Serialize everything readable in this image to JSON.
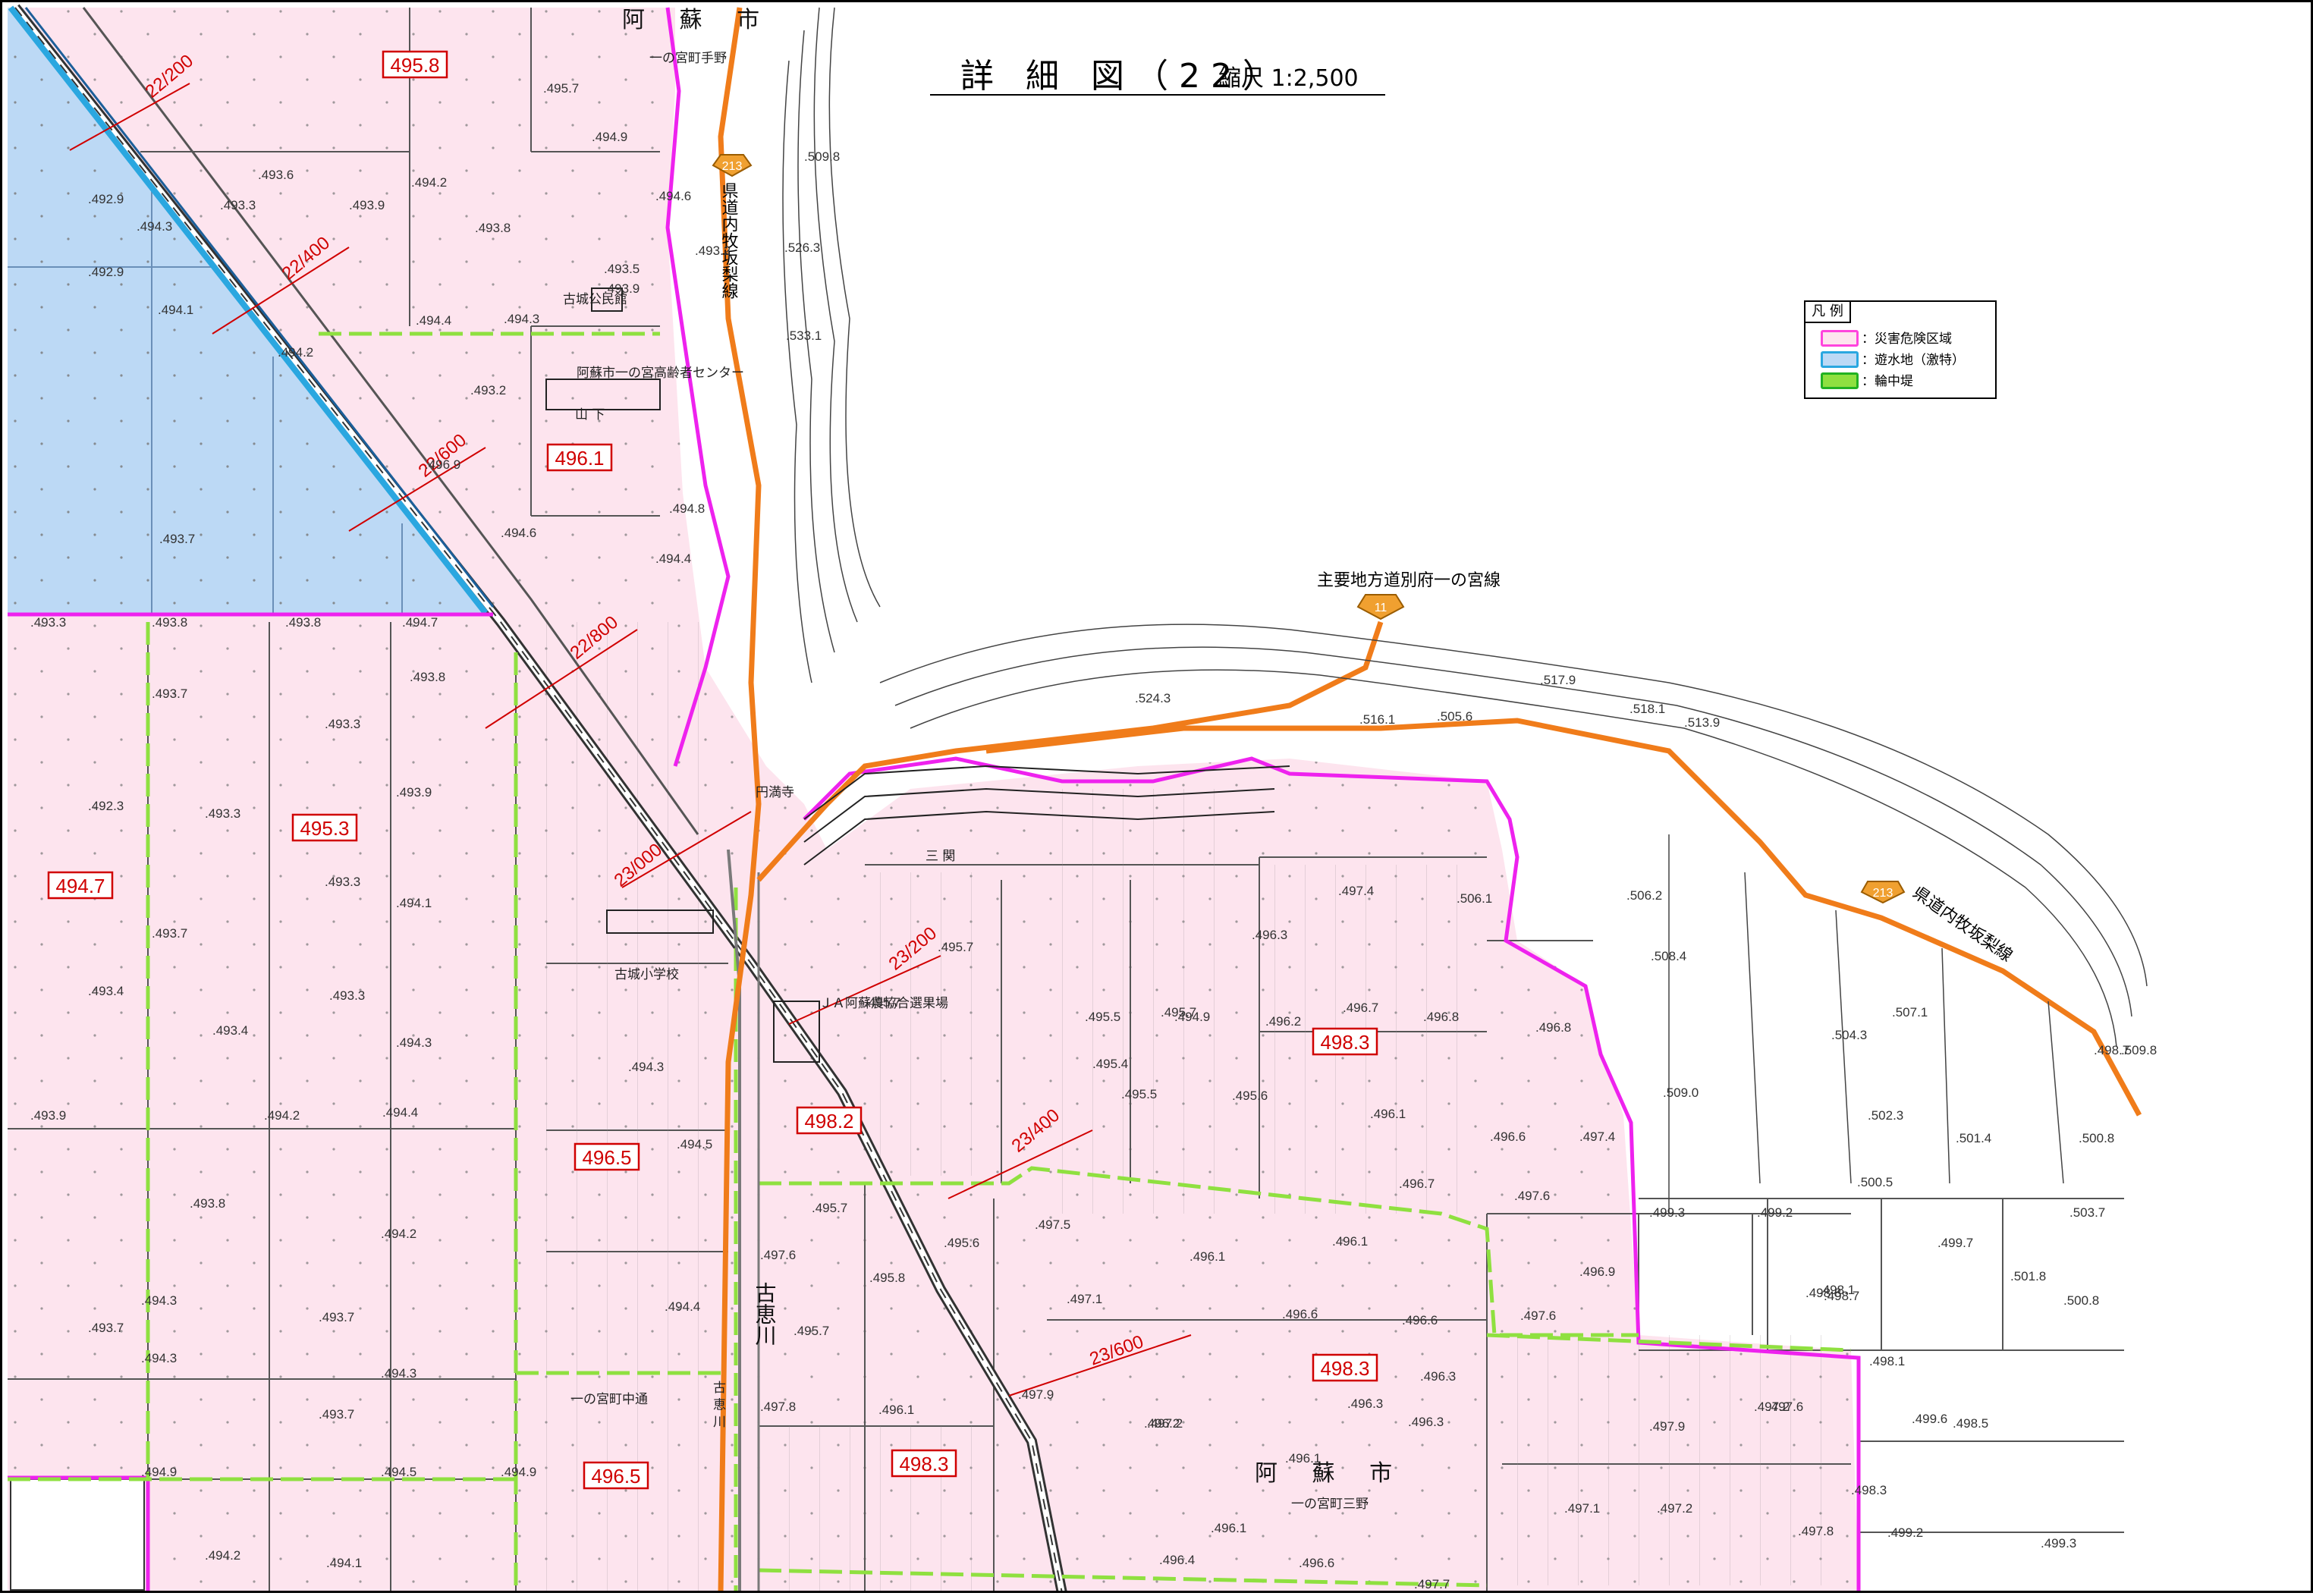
{
  "title": {
    "main": "詳 細 図（22）",
    "scale": "縮尺 1:2,500"
  },
  "legend": {
    "title": "凡 例",
    "items": [
      {
        "label": "：災害危険区域",
        "color": "#ff44dd"
      },
      {
        "label": "：遊水地（激特）",
        "color": "#2aa7e0"
      },
      {
        "label": "：輪中堤",
        "color": "#22b222"
      }
    ]
  },
  "colors": {
    "hazard_fill": "#fde4ee",
    "retention_fill": "#bcd9f5",
    "hazard_line": "#ee22ee",
    "levee": "#8fe040",
    "road": "#f07c1a",
    "distance": "#d00000"
  },
  "control_elevations": [
    "495.8",
    "496.1",
    "495.3",
    "494.7",
    "496.5",
    "496.5",
    "498.2",
    "498.3",
    "498.3",
    "498.3"
  ],
  "distance_markers": [
    "22/200",
    "22/400",
    "22/600",
    "22/800",
    "23/000",
    "23/200",
    "23/400",
    "23/600"
  ],
  "road_labels": {
    "prefectural_north": "県道内牧坂梨線",
    "prefectural_east": "県道内牧坂梨線",
    "main_road": "主要地方道別府一の宮線",
    "route_213": "213",
    "route_11": "11",
    "route_213b": "213"
  },
  "place_names": {
    "aso_city_north": "阿 蘇 市",
    "aso_city_south": "阿 蘇 市",
    "ichinomiya_teno": "一の宮町手野",
    "ichinomiya_nakadori": "一の宮町中通",
    "ichinomiya_mino": "一の宮町三野",
    "kojo_kominkan": "古城公民館",
    "elderly_center": "阿蘇市一の宮高齢者センター",
    "yamashita": "山 下",
    "kojo_school": "古城小学校",
    "ja": "ＪＡ阿蘇農協合選果場",
    "sanken": "三 関",
    "enmanji": "円満寺",
    "river": "古恵川",
    "river_small": "古 恵 川"
  },
  "elevation_points": [
    "495.7",
    "494.9",
    "493.6",
    "493.9",
    "493.3",
    "492.9",
    "494.2",
    "493.8",
    "494.3",
    "492.9",
    "493.5",
    "494.1",
    "494.4",
    "494.3",
    "493.9",
    "494.2",
    "494.6",
    "493.2",
    "496.9",
    "493.2",
    "494.8",
    "493.7",
    "494.6",
    "494.4",
    "493.3",
    "493.8",
    "493.8",
    "494.7",
    "493.7",
    "493.8",
    "493.3",
    "492.3",
    "493.3",
    "493.9",
    "493.3",
    "494.1",
    "493.7",
    "493.4",
    "493.3",
    "493.4",
    "494.3",
    "494.3",
    "493.9",
    "494.2",
    "494.4",
    "494.5",
    "493.8",
    "494.2",
    "494.3",
    "493.7",
    "494.4",
    "493.7",
    "494.3",
    "494.3",
    "493.7",
    "494.9",
    "494.5",
    "494.9",
    "494.2",
    "494.1",
    "495.7",
    "495.5",
    "494.9",
    "495.7",
    "495.4",
    "495.7",
    "496.3",
    "497.4",
    "496.7",
    "496.8",
    "496.2",
    "496.8",
    "495.5",
    "495.6",
    "496.1",
    "496.6",
    "497.4",
    "496.7",
    "497.6",
    "496.9",
    "497.5",
    "496.1",
    "496.1",
    "497.1",
    "496.6",
    "496.6",
    "497.6",
    "495.7",
    "495.8",
    "497.6",
    "495.7",
    "497.8",
    "496.1",
    "496.3",
    "497.2",
    "496.3",
    "496.3",
    "496.1",
    "496.1",
    "496.4",
    "496.6",
    "497.7",
    "497.9",
    "495.6",
    "496.2",
    "497.2",
    "497.6",
    "497.9",
    "497.1",
    "497.2",
    "497.8",
    "499.3",
    "499.2",
    "498.1",
    "498.8",
    "498.7",
    "499.7",
    "501.8",
    "500.8",
    "500.5",
    "503.7",
    "504.3",
    "502.3",
    "501.4",
    "500.8",
    "509.8",
    "507.1",
    "506.2",
    "508.4",
    "509.0",
    "506.1",
    "505.6",
    "516.1",
    "517.9",
    "518.1",
    "513.9",
    "524.3",
    "526.3",
    "533.1",
    "509.8",
    "498.7",
    "498.1",
    "499.6",
    "498.5",
    "498.3",
    "499.2",
    "499.3"
  ]
}
